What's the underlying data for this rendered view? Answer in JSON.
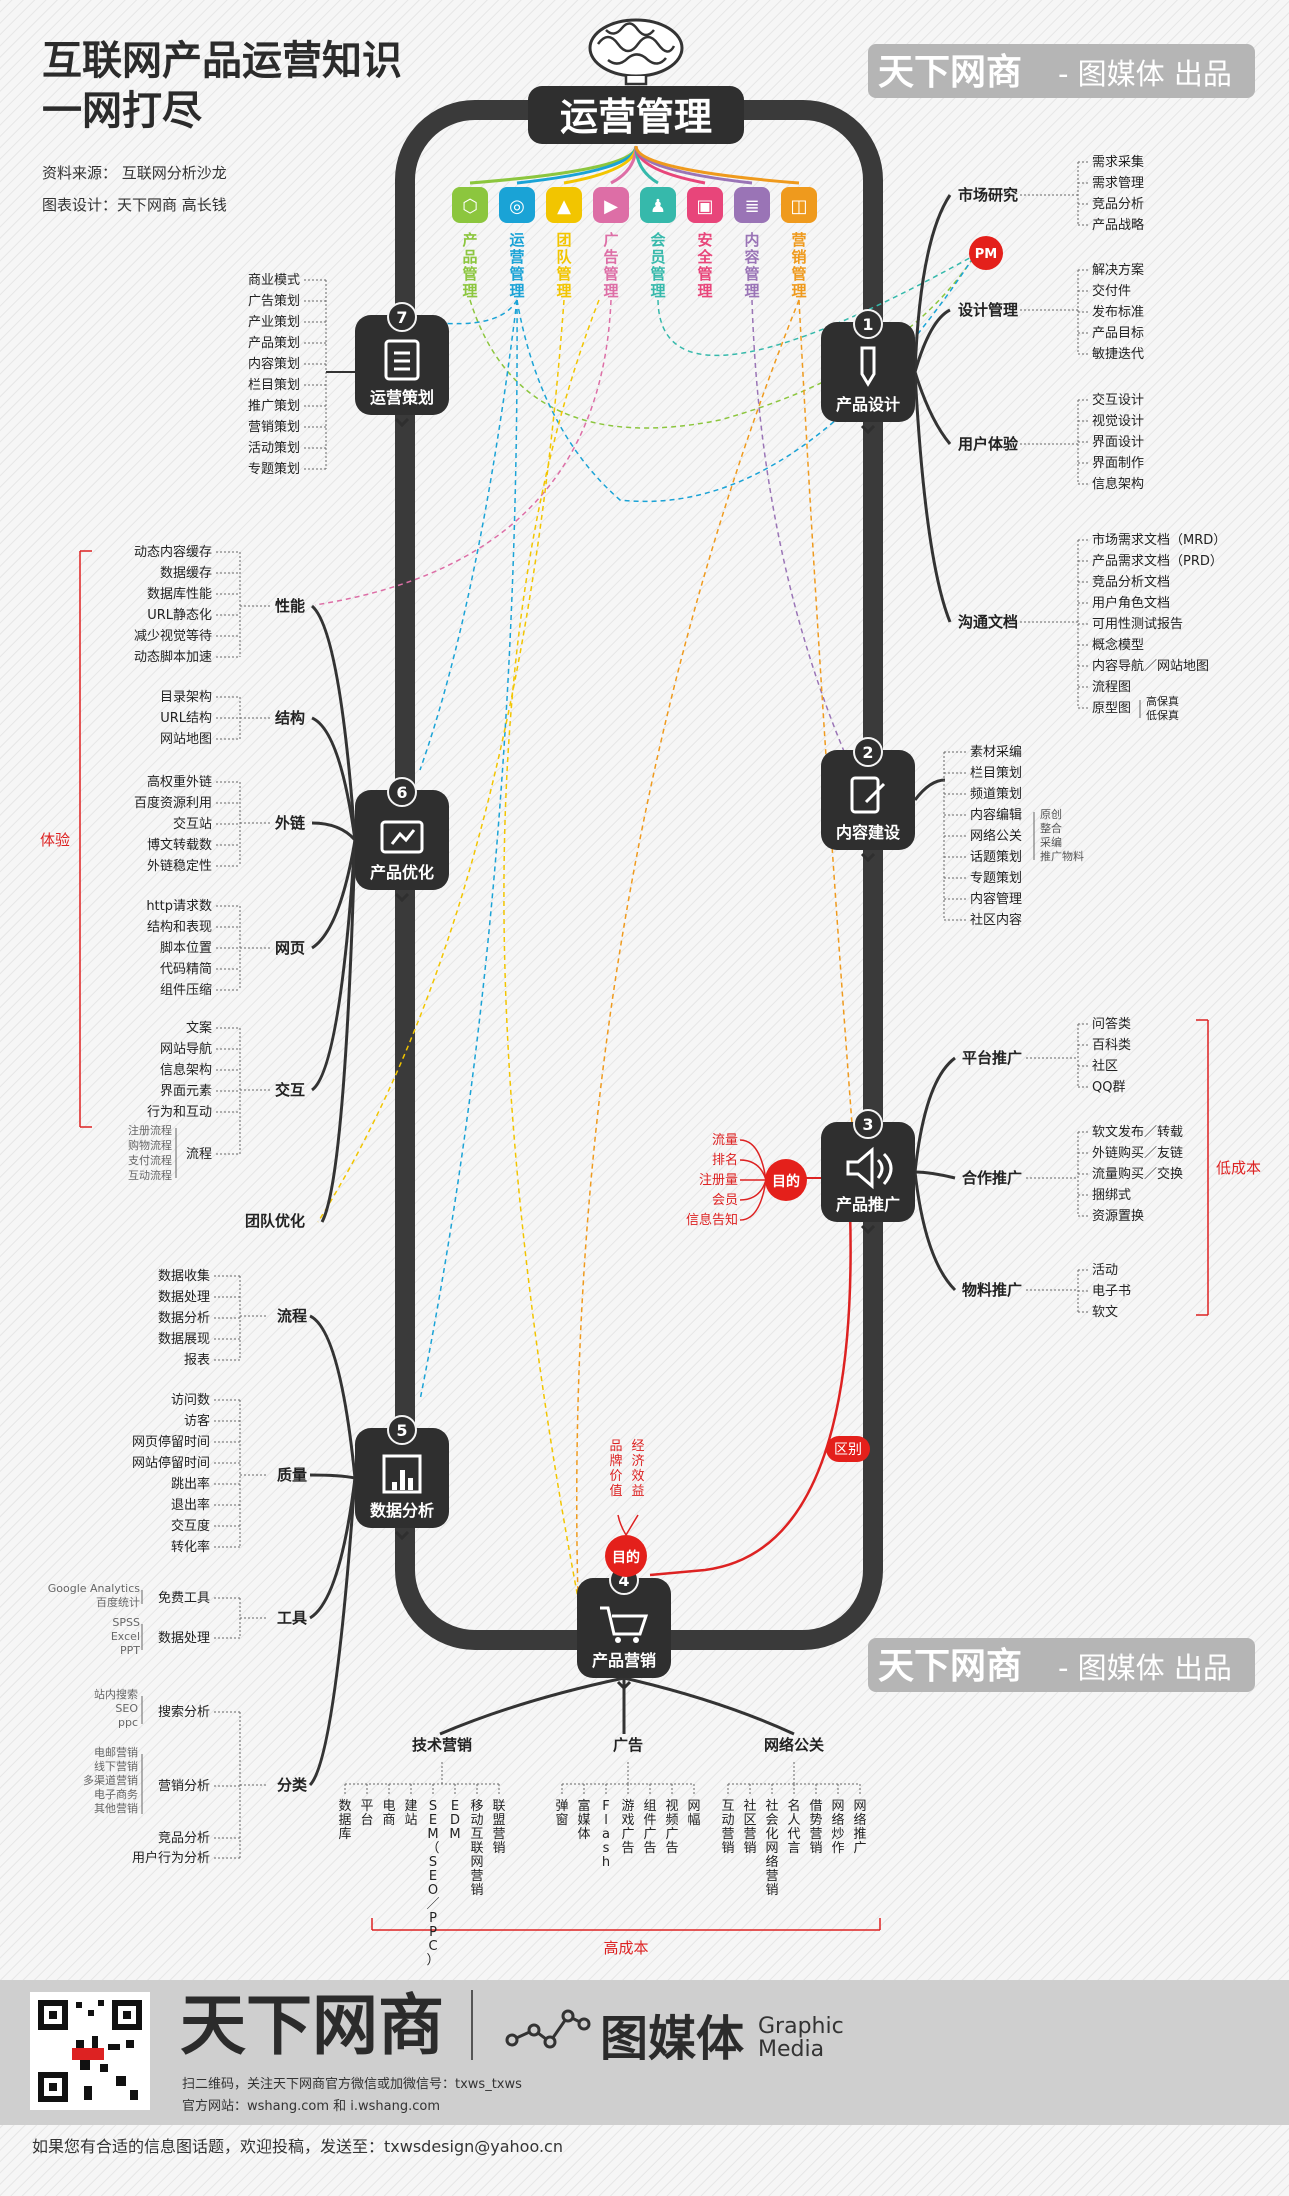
{
  "title": {
    "line1": "互联网产品运营知识",
    "line2": "一网打尽"
  },
  "source": "资料来源：  互联网分析沙龙",
  "designer": "图表设计：天下网商  高长钱",
  "brand_badge": {
    "name": "天下网商",
    "rest": "- 图媒体 出品"
  },
  "center_title": "运营管理",
  "categories": [
    "产品管理",
    "运营管理",
    "团队管理",
    "广告管理",
    "会员管理",
    "安全管理",
    "内容管理",
    "营销管理"
  ],
  "category_colors": [
    "#8cc63e",
    "#1aa3d6",
    "#f2c500",
    "#dd6ea6",
    "#36b9ab",
    "#e8457a",
    "#9a74b6",
    "#ef9a1d"
  ],
  "nodes": [
    {
      "num": "1",
      "label": "产品设计"
    },
    {
      "num": "2",
      "label": "内容建设"
    },
    {
      "num": "3",
      "label": "产品推广"
    },
    {
      "num": "4",
      "label": "产品营销"
    },
    {
      "num": "5",
      "label": "数据分析"
    },
    {
      "num": "6",
      "label": "产品优化"
    },
    {
      "num": "7",
      "label": "运营策划"
    }
  ],
  "pm": "PM",
  "n1": {
    "groups": [
      {
        "label": "市场研究",
        "items": [
          "需求采集",
          "需求管理",
          "竞品分析",
          "产品战略"
        ]
      },
      {
        "label": "设计管理",
        "items": [
          "解决方案",
          "交付件",
          "发布标准",
          "产品目标",
          "敏捷迭代"
        ]
      },
      {
        "label": "用户体验",
        "items": [
          "交互设计",
          "视觉设计",
          "界面设计",
          "界面制作",
          "信息架构"
        ]
      },
      {
        "label": "沟通文档",
        "items": [
          "市场需求文档（MRD）",
          "产品需求文档（PRD）",
          "竞品分析文档",
          "用户角色文档",
          "可用性测试报告",
          "概念模型",
          "内容导航／网站地图",
          "流程图",
          "原型图"
        ]
      }
    ],
    "prototype_sub": [
      "高保真",
      "低保真"
    ]
  },
  "n2": {
    "items": [
      "素材采编",
      "栏目策划",
      "频道策划",
      "内容编辑",
      "网络公关",
      "话题策划",
      "专题策划",
      "内容管理",
      "社区内容"
    ],
    "edit_sub": [
      "原创",
      "整合",
      "采编",
      "推广物料"
    ]
  },
  "n3": {
    "groups": [
      {
        "label": "平台推广",
        "items": [
          "问答类",
          "百科类",
          "社区",
          "QQ群"
        ]
      },
      {
        "label": "合作推广",
        "items": [
          "软文发布／转载",
          "外链购买／友链",
          "流量购买／交换",
          "捆绑式",
          "资源置换"
        ]
      },
      {
        "label": "物料推广",
        "items": [
          "活动",
          "电子书",
          "软文"
        ]
      }
    ],
    "low_cost": "低成本",
    "goal": "目的",
    "goal_items": [
      "流量",
      "排名",
      "注册量",
      "会员",
      "信息告知"
    ],
    "diff": "区别"
  },
  "n4": {
    "goal": "目的",
    "goal_items": [
      "品牌价值",
      "经济效益"
    ],
    "groups": [
      {
        "label": "技术营销",
        "items": [
          "数据库",
          "平台",
          "电商",
          "建站",
          "SEM（SEO／PPC）",
          "EDM",
          "移动互联网营销",
          "联盟营销"
        ]
      },
      {
        "label": "广告",
        "items": [
          "弹窗",
          "富媒体",
          "Flash",
          "游戏广告",
          "组件广告",
          "视频广告",
          "网幅"
        ]
      },
      {
        "label": "网络公关",
        "items": [
          "互动营销",
          "社区营销",
          "社会化网络营销",
          "名人代言",
          "借势营销",
          "网络炒作",
          "网络推广"
        ]
      }
    ],
    "high_cost": "高成本"
  },
  "n5": {
    "groups": [
      {
        "label": "流程",
        "items": [
          "数据收集",
          "数据处理",
          "数据分析",
          "数据展现",
          "报表"
        ]
      },
      {
        "label": "质量",
        "items": [
          "访问数",
          "访客",
          "网页停留时间",
          "网站停留时间",
          "跳出率",
          "退出率",
          "交互度",
          "转化率"
        ]
      },
      {
        "label": "工具",
        "items": [
          "免费工具",
          "数据处理"
        ]
      },
      {
        "label": "分类",
        "items": [
          "搜索分析",
          "营销分析",
          "竞品分析",
          "用户行为分析"
        ]
      }
    ],
    "free_tools": [
      "Google Analytics",
      "百度统计"
    ],
    "data_tools": [
      "SPSS",
      "Excel",
      "PPT"
    ],
    "search_sub": [
      "站内搜索",
      "SEO",
      "ppc"
    ],
    "marketing_sub": [
      "电邮营销",
      "线下营销",
      "多渠道营销",
      "电子商务",
      "其他营销"
    ]
  },
  "n6": {
    "groups": [
      {
        "label": "性能",
        "items": [
          "动态内容缓存",
          "数据缓存",
          "数据库性能",
          "URL静态化",
          "减少视觉等待",
          "动态脚本加速"
        ]
      },
      {
        "label": "结构",
        "items": [
          "目录架构",
          "URL结构",
          "网站地图"
        ]
      },
      {
        "label": "外链",
        "items": [
          "高权重外链",
          "百度资源利用",
          "交互站",
          "博文转载数",
          "外链稳定性"
        ]
      },
      {
        "label": "网页",
        "items": [
          "http请求数",
          "结构和表现",
          "脚本位置",
          "代码精简",
          "组件压缩"
        ]
      },
      {
        "label": "交互",
        "items": [
          "文案",
          "网站导航",
          "信息架构",
          "界面元素",
          "行为和互动",
          "流程"
        ]
      }
    ],
    "flow_sub": [
      "注册流程",
      "购物流程",
      "支付流程",
      "互动流程"
    ],
    "experience": "体验",
    "team_opt": "团队优化"
  },
  "n7": {
    "items": [
      "商业模式",
      "广告策划",
      "产业策划",
      "产品策划",
      "内容策划",
      "栏目策划",
      "推广策划",
      "营销策划",
      "活动策划",
      "专题策划"
    ]
  },
  "footer": {
    "brand": "天下网商",
    "media_cn": "图媒体",
    "media_en1": "Graphic",
    "media_en2": "Media",
    "scan": "扫二维码，关注天下网商官方微信或加微信号：txws_txws",
    "site": "官方网站：wshang.com 和 i.wshang.com",
    "contribute": "如果您有合适的信息图话题，欢迎投稿，发送至：txwsdesign@yahoo.cn"
  }
}
